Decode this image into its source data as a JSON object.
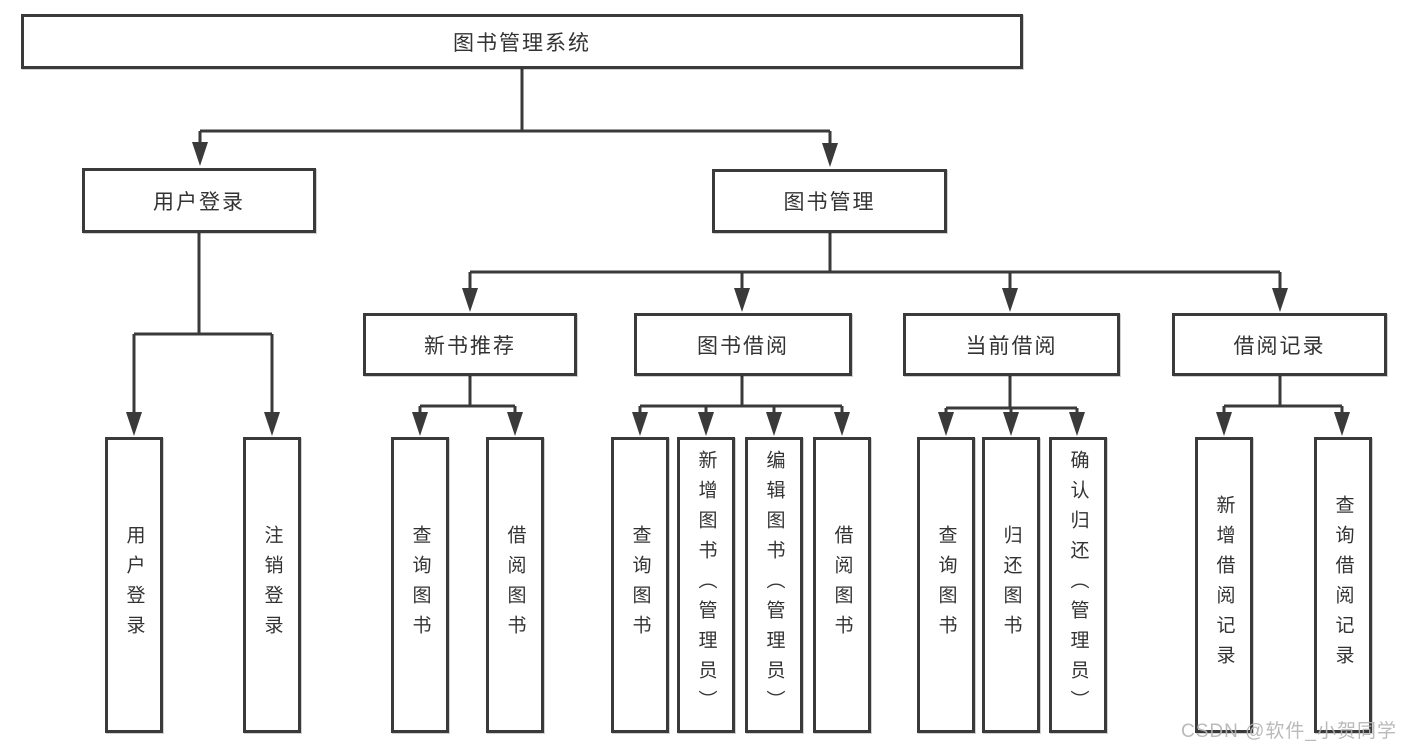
{
  "diagram_title": "图书管理系统",
  "tree": {
    "label": "图书管理系统",
    "children": [
      {
        "label": "用户登录",
        "children": [
          {
            "label": "用户登录"
          },
          {
            "label": "注销登录"
          }
        ]
      },
      {
        "label": "图书管理",
        "children": [
          {
            "label": "新书推荐",
            "children": [
              {
                "label": "查询图书"
              },
              {
                "label": "借阅图书"
              }
            ]
          },
          {
            "label": "图书借阅",
            "children": [
              {
                "label": "查询图书"
              },
              {
                "label": "新增图书（管理员）"
              },
              {
                "label": "编辑图书（管理员）"
              },
              {
                "label": "借阅图书"
              }
            ]
          },
          {
            "label": "当前借阅",
            "children": [
              {
                "label": "查询图书"
              },
              {
                "label": "归还图书"
              },
              {
                "label": "确认归还（管理员）"
              }
            ]
          },
          {
            "label": "借阅记录",
            "children": [
              {
                "label": "新增借阅记录"
              },
              {
                "label": "查询借阅记录"
              }
            ]
          }
        ]
      }
    ]
  },
  "watermark": "CSDN @软件_小贺同学",
  "colors": {
    "line": "#3a3a3a",
    "text": "#333333",
    "watermark": "#b3b3b3",
    "background": "#ffffff"
  }
}
